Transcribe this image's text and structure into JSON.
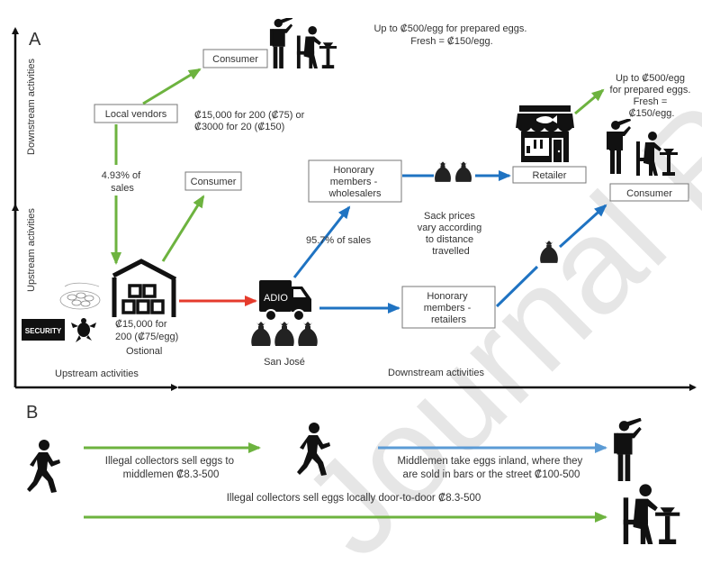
{
  "panel_a": {
    "label": "A",
    "y_axis_upper_label": "Downstream activities",
    "y_axis_lower_label": "Upstream activities",
    "x_axis_left_label": "Upstream activities",
    "x_axis_right_label": "Downstream activities",
    "nodes": {
      "consumer_top": "Consumer",
      "local_vendors": "Local vendors",
      "consumer_mid": "Consumer",
      "wholesalers": [
        "Honorary",
        "members -",
        "wholesalers"
      ],
      "retailer": "Retailer",
      "consumer_right": "Consumer",
      "retailers": [
        "Honorary",
        "members -",
        "retailers"
      ]
    },
    "annotations": {
      "top_price": [
        "Up to ₡500/egg for prepared eggs.",
        "Fresh = ₡150/egg."
      ],
      "vendor_price": [
        "₡15,000 for 200 (₡75) or",
        "₡3000 for 20 (₡150)"
      ],
      "vendor_share": [
        "4.93%  of",
        "sales"
      ],
      "wholesale_share": "95.7%  of sales",
      "sack_prices": [
        "Sack prices",
        "vary according",
        "to distance",
        "travelled"
      ],
      "right_price": [
        "Up to ₡500/egg",
        "for prepared eggs.",
        "Fresh =",
        "₡150/egg."
      ],
      "ostional_price": [
        "₡15,000 for",
        "200 (₡75/egg)"
      ],
      "ostional": "Ostional",
      "san_jose": "San José",
      "truck_label": "ADIO",
      "security_label": "SECURITY"
    }
  },
  "panel_b": {
    "label": "B",
    "flow1": [
      "Illegal collectors sell eggs to",
      "middlemen ₡8.3-500"
    ],
    "flow2": [
      "Middlemen take eggs inland, where they",
      "are sold in bars or the street ₡100-500"
    ],
    "flow3": "Illegal collectors sell eggs locally door-to-door ₡8.3-500"
  },
  "colors": {
    "green_arrow": "#6db33f",
    "blue_arrow": "#1f73c2",
    "red_arrow": "#e53b2c",
    "light_blue_arrow": "#5b9bd5",
    "icon": "#111111"
  }
}
